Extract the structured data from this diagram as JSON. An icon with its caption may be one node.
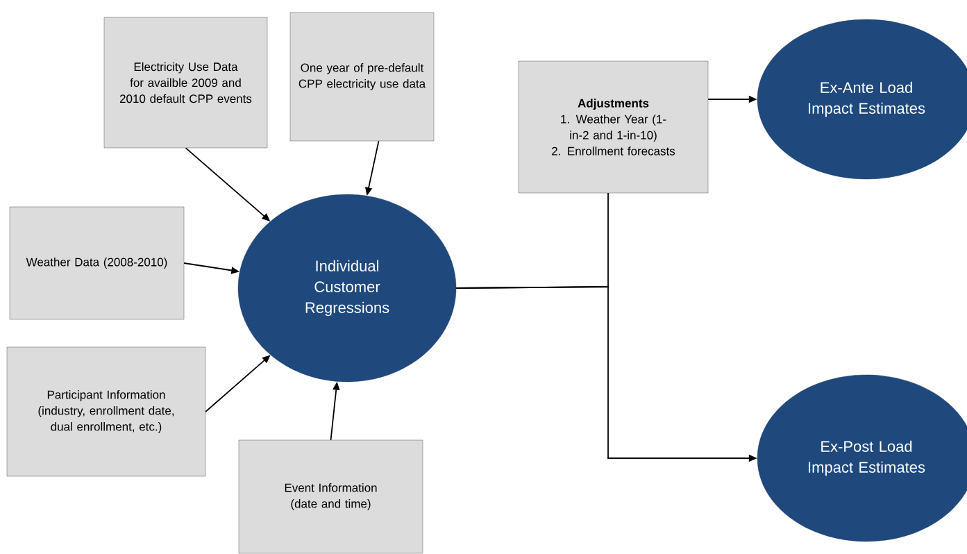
{
  "diagram": {
    "nodes": [
      {
        "text": [
          "Electricity Use Data for availble 2009 and 2010 default CPP events"
        ]
      },
      {
        "text": [
          "One year of pre-default CPP electricity use data"
        ]
      },
      {
        "text": [
          "Weather Data (2008-2010)"
        ]
      },
      {
        "text": [
          "Individual Customer Regressions"
        ]
      },
      {
        "text": [
          "Participant Information (industry, enrollment date, dual enrollment, etc.)"
        ]
      },
      {
        "text": [
          "Event Information (date and time)"
        ]
      },
      {
        "text": [
          "Adjustments",
          "1. Weather Year (1-in-2 and 1-in-10)",
          "2. Enrollment forecasts"
        ]
      },
      {
        "text": [
          "Ex-Ante Load Impact Estimates"
        ]
      },
      {
        "text": [
          "Ex-Post Load Impact Estimates"
        ]
      }
    ],
    "edges": [
      {
        "from": 0,
        "to": 3,
        "arrow": "to"
      },
      {
        "from": 1,
        "to": 3,
        "arrow": "to"
      },
      {
        "from": 2,
        "to": 3,
        "arrow": "to"
      },
      {
        "from": 4,
        "to": 3,
        "arrow": "to"
      },
      {
        "from": 5,
        "to": 3,
        "arrow": "to"
      },
      {
        "from": 3,
        "to": 6,
        "arrow": "none"
      },
      {
        "from": 3,
        "to": 8,
        "arrow": "to"
      },
      {
        "from": 6,
        "to": 7,
        "arrow": "to"
      }
    ]
  }
}
